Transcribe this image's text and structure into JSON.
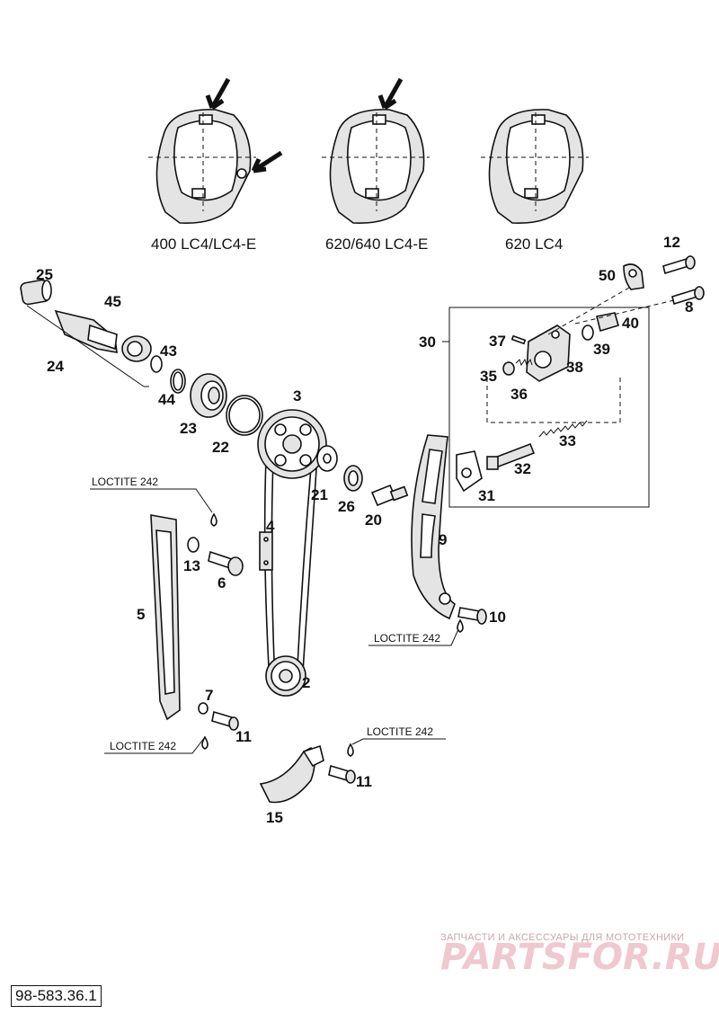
{
  "variants": [
    "400 LC4/LC4-E",
    "620/640 LC4-E",
    "620 LC4"
  ],
  "callouts": [
    "25",
    "45",
    "24",
    "43",
    "44",
    "23",
    "22",
    "3",
    "21",
    "26",
    "20",
    "4",
    "13",
    "6",
    "5",
    "9",
    "10",
    "7",
    "11",
    "11",
    "15",
    "2",
    "12",
    "50",
    "8",
    "40",
    "39",
    "30",
    "37",
    "38",
    "35",
    "36",
    "33",
    "32",
    "31"
  ],
  "loctite_label": "LOCTITE 242",
  "reference_code": "98-583.36.1",
  "watermark": {
    "caption": "ЗАПЧАСТИ И АКСЕССУАРЫ ДЛЯ МОТОТЕХНИКИ",
    "logo": "PARTSFOR.RU",
    "color": "#e06a7c"
  },
  "colors": {
    "ink": "#111111",
    "paper": "#ffffff"
  }
}
